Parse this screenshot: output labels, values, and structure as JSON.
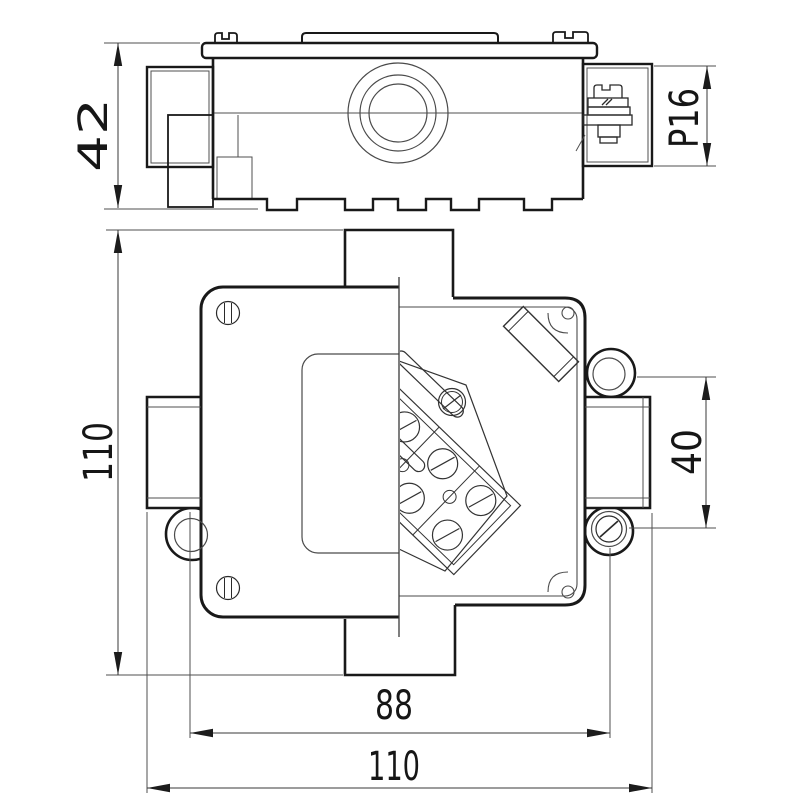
{
  "drawing": {
    "type": "technical-drawing",
    "subject": "junction-box-two-view-drawing",
    "colors": {
      "line": "#1a1a1a",
      "thin_line": "#4f4f4f",
      "background": "#ffffff"
    },
    "dimensions": {
      "side_height": "42",
      "gland_thread": "P16",
      "overall_height": "110",
      "lug_pitch": "40",
      "lug_span": "88",
      "overall_width": "110"
    }
  }
}
